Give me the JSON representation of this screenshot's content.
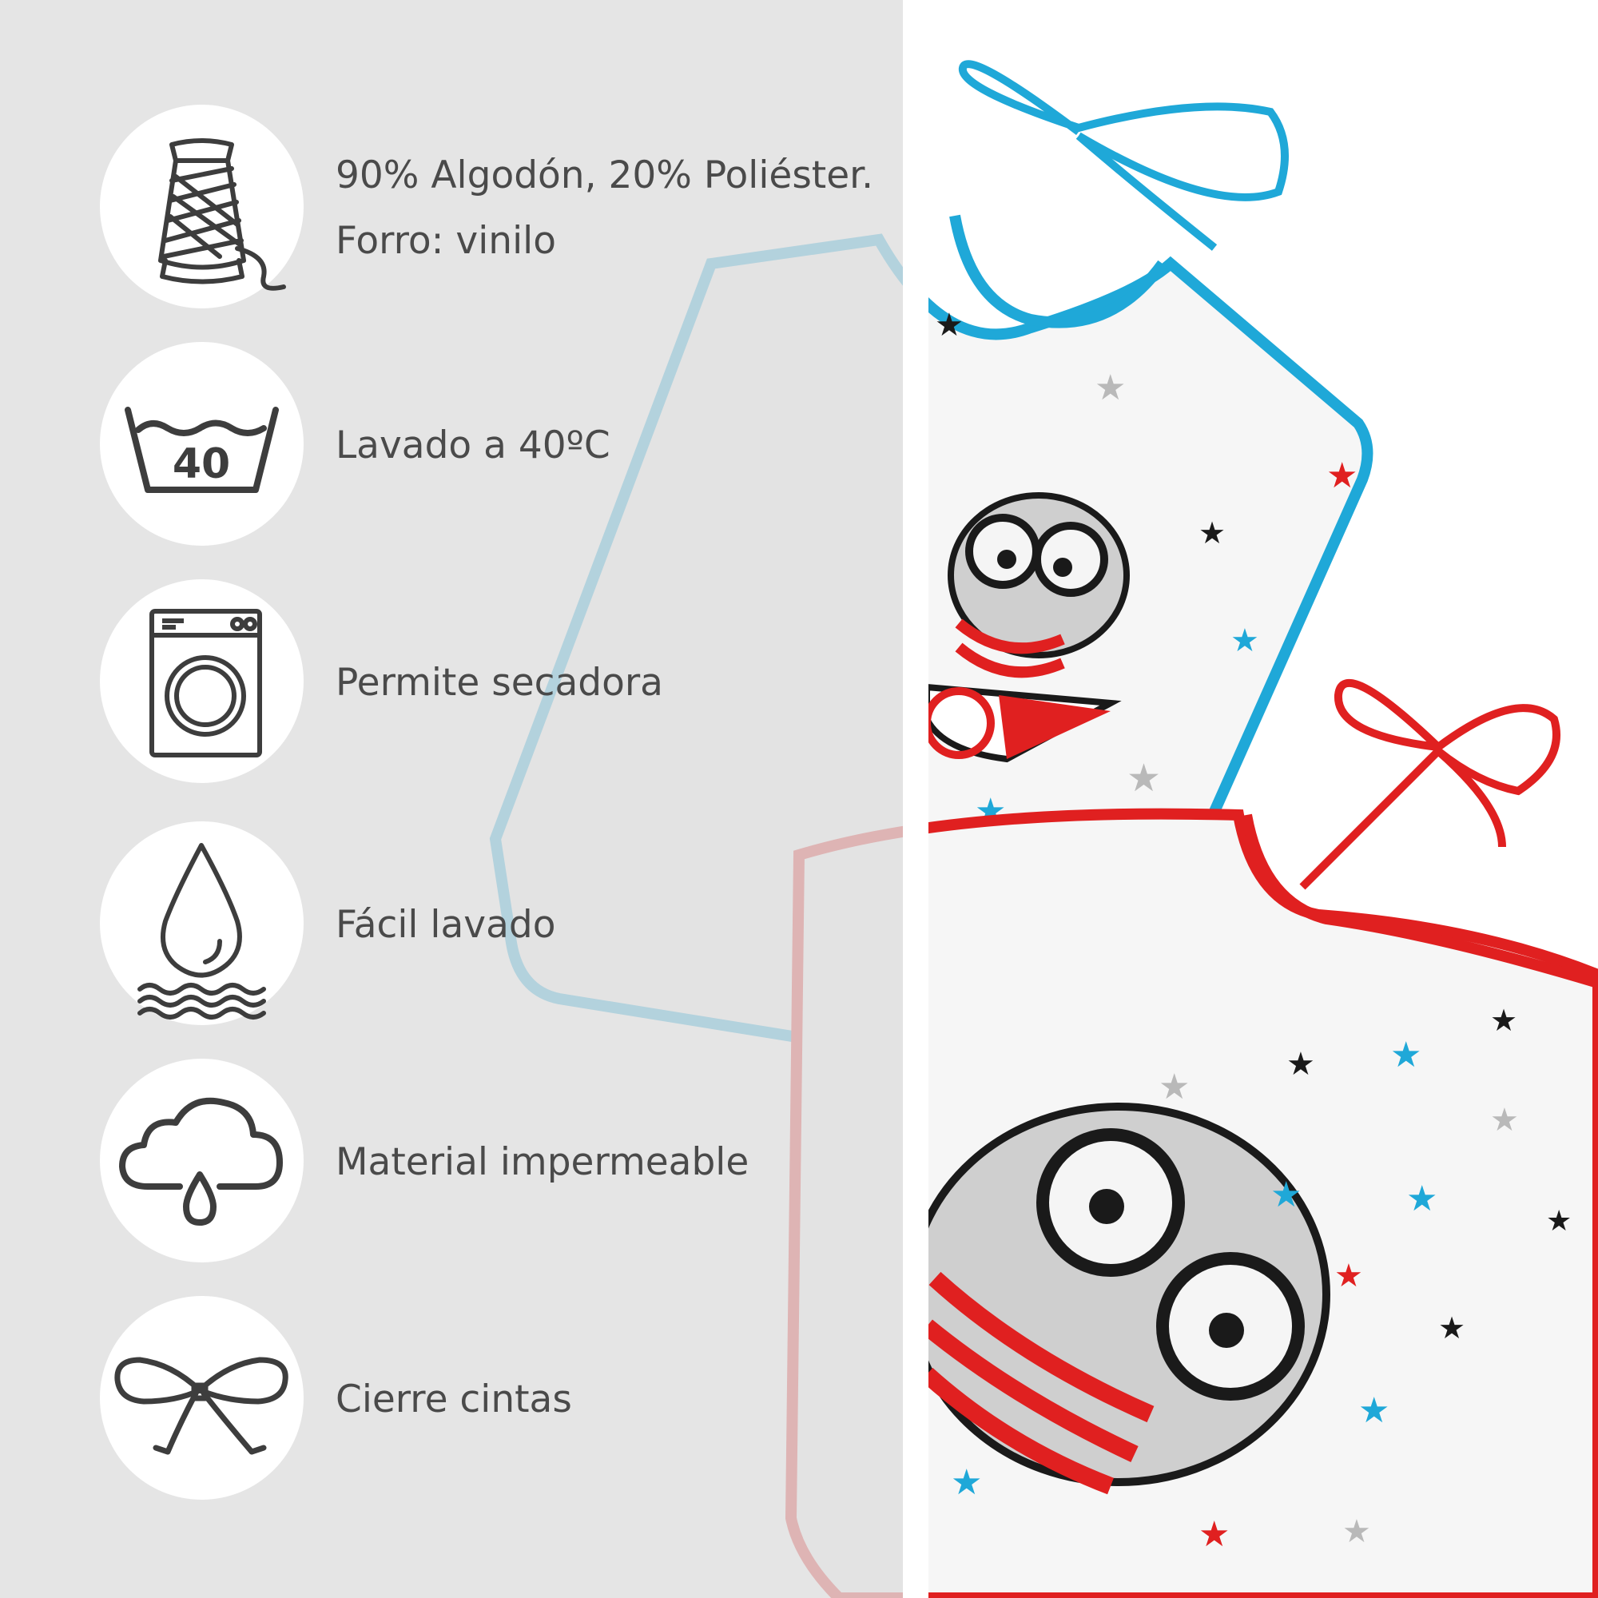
{
  "features": [
    {
      "icon": "thread-spool-icon",
      "lines": [
        "90% Algodón, 20% Poliéster.",
        "Forro: vinilo"
      ]
    },
    {
      "icon": "wash-40-icon",
      "badge": "40",
      "lines": [
        "Lavado a 40ºC"
      ]
    },
    {
      "icon": "washing-machine-icon",
      "lines": [
        "Permite secadora"
      ]
    },
    {
      "icon": "water-drop-icon",
      "lines": [
        "Fácil lavado"
      ]
    },
    {
      "icon": "rain-cloud-icon",
      "lines": [
        "Material impermeable"
      ]
    },
    {
      "icon": "bow-ribbon-icon",
      "lines": [
        "Cierre cintas"
      ]
    }
  ],
  "colors": {
    "panel": "#dedede",
    "icon_stroke": "#3d3d3d",
    "text": "#4a4a4a",
    "bib_blue": "#1fa8d8",
    "bib_red": "#e02020"
  }
}
